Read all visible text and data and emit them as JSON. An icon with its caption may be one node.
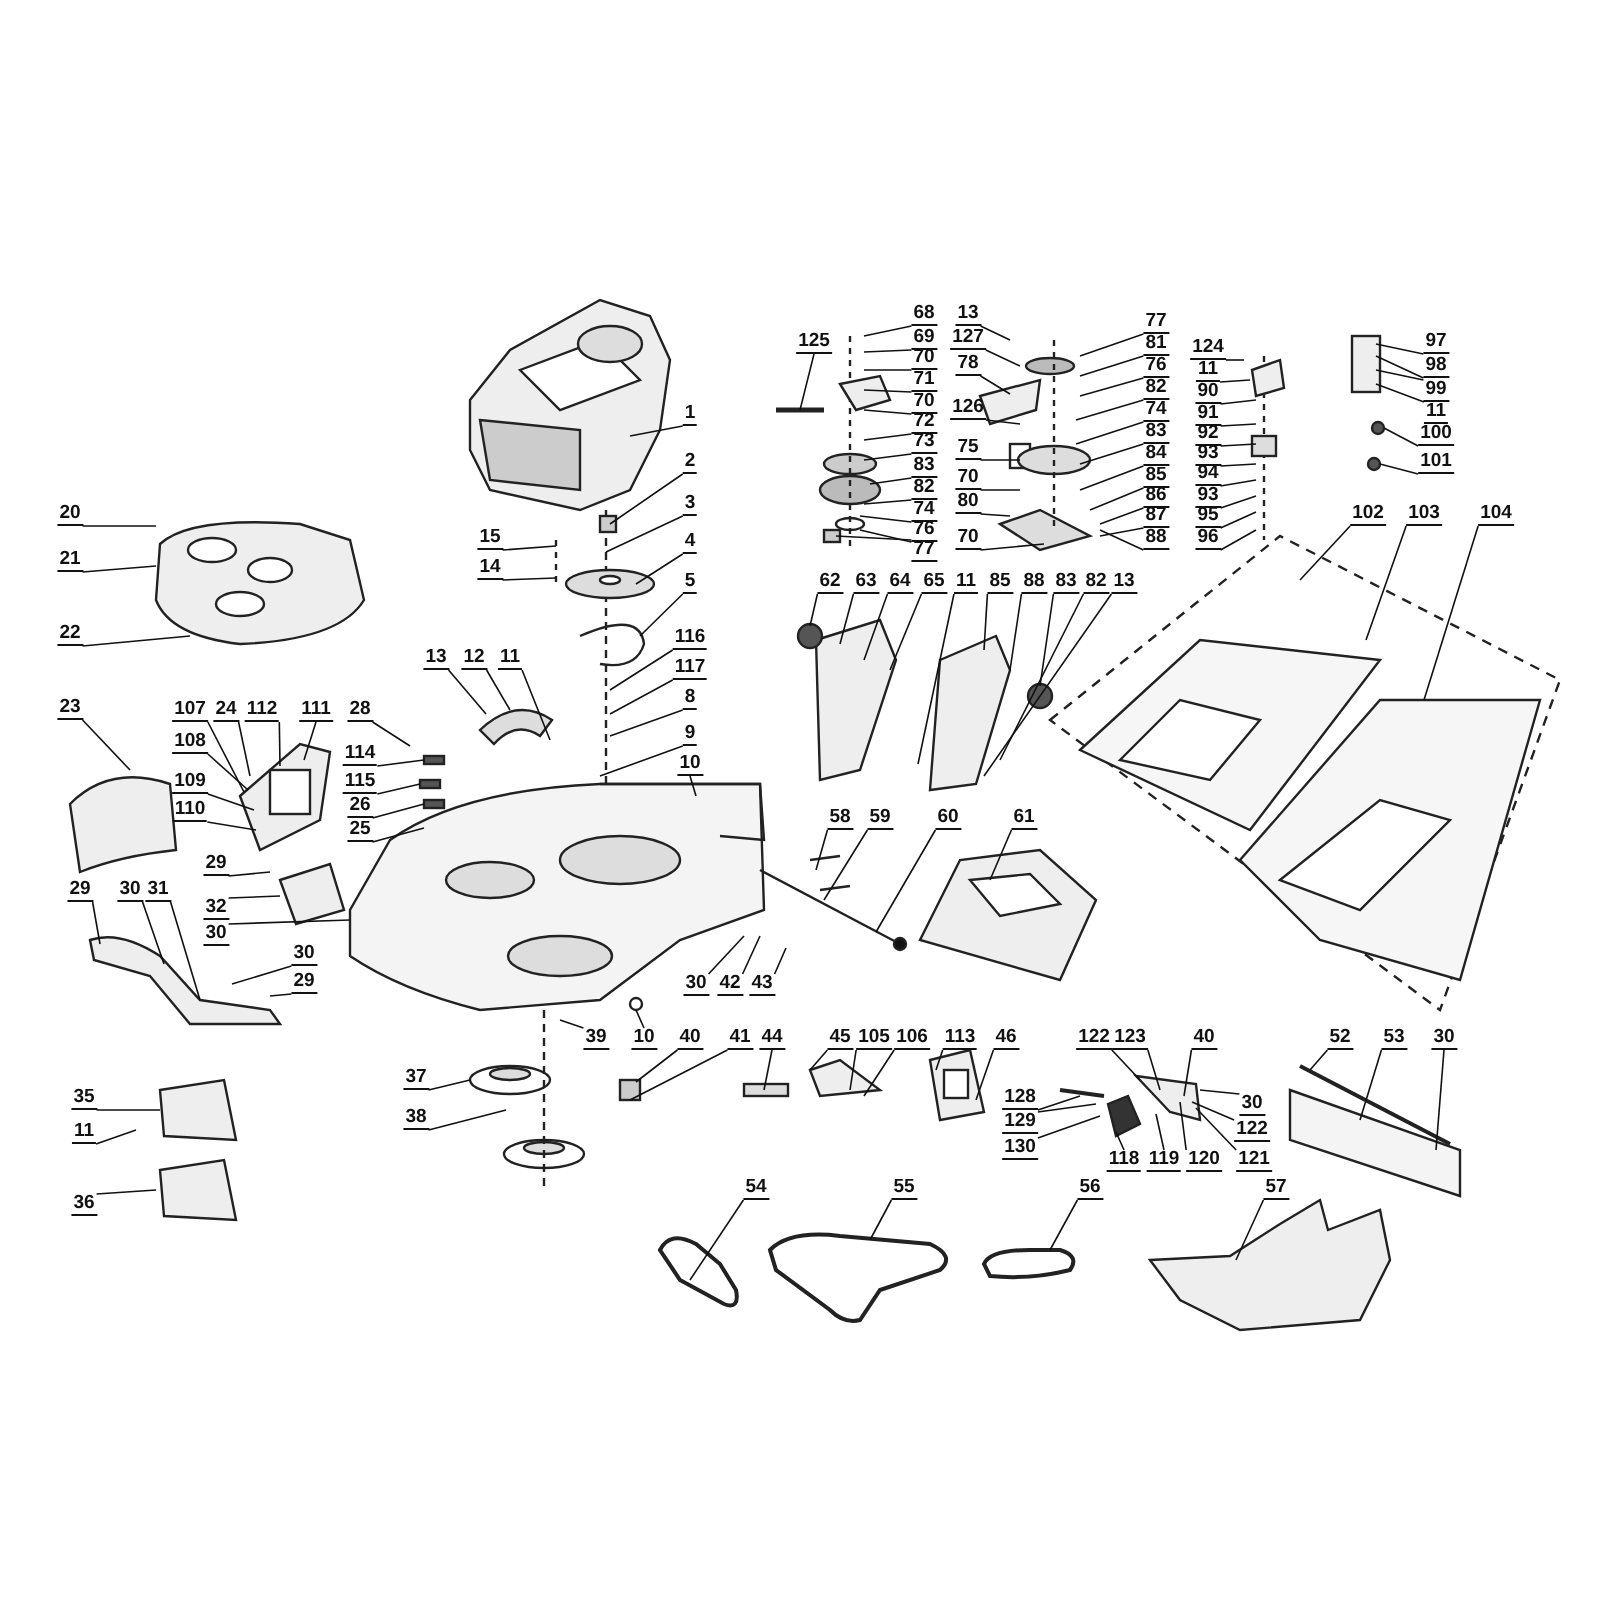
{
  "diagram": {
    "nodes": [
      {
        "text": [
          "20"
        ]
      },
      {
        "text": [
          "21"
        ]
      },
      {
        "text": [
          "22"
        ]
      },
      {
        "text": [
          "23"
        ]
      },
      {
        "text": [
          "107"
        ]
      },
      {
        "text": [
          "24"
        ]
      },
      {
        "text": [
          "112"
        ]
      },
      {
        "text": [
          "111"
        ]
      },
      {
        "text": [
          "28"
        ]
      },
      {
        "text": [
          "108"
        ]
      },
      {
        "text": [
          "109"
        ]
      },
      {
        "text": [
          "110"
        ]
      },
      {
        "text": [
          "114"
        ]
      },
      {
        "text": [
          "115"
        ]
      },
      {
        "text": [
          "26"
        ]
      },
      {
        "text": [
          "25"
        ]
      },
      {
        "text": [
          "13"
        ]
      },
      {
        "text": [
          "12"
        ]
      },
      {
        "text": [
          "11"
        ]
      },
      {
        "text": [
          "15"
        ]
      },
      {
        "text": [
          "14"
        ]
      },
      {
        "text": [
          "1"
        ]
      },
      {
        "text": [
          "2"
        ]
      },
      {
        "text": [
          "3"
        ]
      },
      {
        "text": [
          "4"
        ]
      },
      {
        "text": [
          "5"
        ]
      },
      {
        "text": [
          "116"
        ]
      },
      {
        "text": [
          "117"
        ]
      },
      {
        "text": [
          "8"
        ]
      },
      {
        "text": [
          "9"
        ]
      },
      {
        "text": [
          "10"
        ]
      },
      {
        "text": [
          "125"
        ]
      },
      {
        "text": [
          "68"
        ]
      },
      {
        "text": [
          "69"
        ]
      },
      {
        "text": [
          "70"
        ]
      },
      {
        "text": [
          "71"
        ]
      },
      {
        "text": [
          "70"
        ]
      },
      {
        "text": [
          "72"
        ]
      },
      {
        "text": [
          "73"
        ]
      },
      {
        "text": [
          "83"
        ]
      },
      {
        "text": [
          "82"
        ]
      },
      {
        "text": [
          "74"
        ]
      },
      {
        "text": [
          "76"
        ]
      },
      {
        "text": [
          "77"
        ]
      },
      {
        "text": [
          "13"
        ]
      },
      {
        "text": [
          "127"
        ]
      },
      {
        "text": [
          "78"
        ]
      },
      {
        "text": [
          "126"
        ]
      },
      {
        "text": [
          "75"
        ]
      },
      {
        "text": [
          "70"
        ]
      },
      {
        "text": [
          "80"
        ]
      },
      {
        "text": [
          "70"
        ]
      },
      {
        "text": [
          "77"
        ]
      },
      {
        "text": [
          "81"
        ]
      },
      {
        "text": [
          "76"
        ]
      },
      {
        "text": [
          "82"
        ]
      },
      {
        "text": [
          "74"
        ]
      },
      {
        "text": [
          "83"
        ]
      },
      {
        "text": [
          "84"
        ]
      },
      {
        "text": [
          "85"
        ]
      },
      {
        "text": [
          "86"
        ]
      },
      {
        "text": [
          "87"
        ]
      },
      {
        "text": [
          "88"
        ]
      },
      {
        "text": [
          "124"
        ]
      },
      {
        "text": [
          "11"
        ]
      },
      {
        "text": [
          "90"
        ]
      },
      {
        "text": [
          "91"
        ]
      },
      {
        "text": [
          "92"
        ]
      },
      {
        "text": [
          "93"
        ]
      },
      {
        "text": [
          "94"
        ]
      },
      {
        "text": [
          "93"
        ]
      },
      {
        "text": [
          "95"
        ]
      },
      {
        "text": [
          "96"
        ]
      },
      {
        "text": [
          "97"
        ]
      },
      {
        "text": [
          "98"
        ]
      },
      {
        "text": [
          "99"
        ]
      },
      {
        "text": [
          "11"
        ]
      },
      {
        "text": [
          "100"
        ]
      },
      {
        "text": [
          "101"
        ]
      },
      {
        "text": [
          "62"
        ]
      },
      {
        "text": [
          "63"
        ]
      },
      {
        "text": [
          "64"
        ]
      },
      {
        "text": [
          "65"
        ]
      },
      {
        "text": [
          "11"
        ]
      },
      {
        "text": [
          "85"
        ]
      },
      {
        "text": [
          "88"
        ]
      },
      {
        "text": [
          "83"
        ]
      },
      {
        "text": [
          "82"
        ]
      },
      {
        "text": [
          "13"
        ]
      },
      {
        "text": [
          "102"
        ]
      },
      {
        "text": [
          "103"
        ]
      },
      {
        "text": [
          "104"
        ]
      },
      {
        "text": [
          "29"
        ]
      },
      {
        "text": [
          "32"
        ]
      },
      {
        "text": [
          "30"
        ]
      },
      {
        "text": [
          "29"
        ]
      },
      {
        "text": [
          "30"
        ]
      },
      {
        "text": [
          "31"
        ]
      },
      {
        "text": [
          "30"
        ]
      },
      {
        "text": [
          "29"
        ]
      },
      {
        "text": [
          "30"
        ]
      },
      {
        "text": [
          "42"
        ]
      },
      {
        "text": [
          "43"
        ]
      },
      {
        "text": [
          "39"
        ]
      },
      {
        "text": [
          "10"
        ]
      },
      {
        "text": [
          "40"
        ]
      },
      {
        "text": [
          "41"
        ]
      },
      {
        "text": [
          "44"
        ]
      },
      {
        "text": [
          "37"
        ]
      },
      {
        "text": [
          "38"
        ]
      },
      {
        "text": [
          "35"
        ]
      },
      {
        "text": [
          "11"
        ]
      },
      {
        "text": [
          "36"
        ]
      },
      {
        "text": [
          "58"
        ]
      },
      {
        "text": [
          "59"
        ]
      },
      {
        "text": [
          "60"
        ]
      },
      {
        "text": [
          "61"
        ]
      },
      {
        "text": [
          "45"
        ]
      },
      {
        "text": [
          "105"
        ]
      },
      {
        "text": [
          "106"
        ]
      },
      {
        "text": [
          "113"
        ]
      },
      {
        "text": [
          "46"
        ]
      },
      {
        "text": [
          "122"
        ]
      },
      {
        "text": [
          "123"
        ]
      },
      {
        "text": [
          "40"
        ]
      },
      {
        "text": [
          "52"
        ]
      },
      {
        "text": [
          "53"
        ]
      },
      {
        "text": [
          "30"
        ]
      },
      {
        "text": [
          "128"
        ]
      },
      {
        "text": [
          "129"
        ]
      },
      {
        "text": [
          "130"
        ]
      },
      {
        "text": [
          "30"
        ]
      },
      {
        "text": [
          "122"
        ]
      },
      {
        "text": [
          "118"
        ]
      },
      {
        "text": [
          "119"
        ]
      },
      {
        "text": [
          "120"
        ]
      },
      {
        "text": [
          "121"
        ]
      },
      {
        "text": [
          "54"
        ]
      },
      {
        "text": [
          "55"
        ]
      },
      {
        "text": [
          "56"
        ]
      },
      {
        "text": [
          "57"
        ]
      }
    ],
    "edges": [
      {
        "from": 0,
        "to": null,
        "arrow": "none"
      },
      {
        "from": 1,
        "to": null,
        "arrow": "none"
      },
      {
        "from": 2,
        "to": null,
        "arrow": "none"
      },
      {
        "from": 3,
        "to": null,
        "arrow": "none"
      },
      {
        "from": 4,
        "to": null,
        "arrow": "none"
      },
      {
        "from": 5,
        "to": null,
        "arrow": "none"
      },
      {
        "from": 6,
        "to": null,
        "arrow": "none"
      },
      {
        "from": 7,
        "to": null,
        "arrow": "none"
      },
      {
        "from": 8,
        "to": null,
        "arrow": "none"
      },
      {
        "from": 9,
        "to": null,
        "arrow": "none"
      },
      {
        "from": 10,
        "to": null,
        "arrow": "none"
      },
      {
        "from": 11,
        "to": null,
        "arrow": "none"
      },
      {
        "from": 12,
        "to": null,
        "arrow": "none"
      },
      {
        "from": 13,
        "to": null,
        "arrow": "none"
      },
      {
        "from": 14,
        "to": null,
        "arrow": "none"
      },
      {
        "from": 15,
        "to": null,
        "arrow": "none"
      },
      {
        "from": 16,
        "to": null,
        "arrow": "none"
      },
      {
        "from": 17,
        "to": null,
        "arrow": "none"
      },
      {
        "from": 18,
        "to": null,
        "arrow": "none"
      },
      {
        "from": 19,
        "to": null,
        "arrow": "none"
      },
      {
        "from": 20,
        "to": null,
        "arrow": "none"
      },
      {
        "from": 21,
        "to": null,
        "arrow": "none"
      },
      {
        "from": 22,
        "to": null,
        "arrow": "none"
      },
      {
        "from": 23,
        "to": null,
        "arrow": "none"
      },
      {
        "from": 24,
        "to": null,
        "arrow": "none"
      },
      {
        "from": 25,
        "to": null,
        "arrow": "none"
      },
      {
        "from": 26,
        "to": null,
        "arrow": "none"
      },
      {
        "from": 27,
        "to": null,
        "arrow": "none"
      },
      {
        "from": 28,
        "to": null,
        "arrow": "none"
      },
      {
        "from": 29,
        "to": null,
        "arrow": "none"
      },
      {
        "from": 30,
        "to": null,
        "arrow": "none"
      },
      {
        "from": 31,
        "to": null,
        "arrow": "none"
      },
      {
        "from": 32,
        "to": null,
        "arrow": "none"
      },
      {
        "from": 33,
        "to": null,
        "arrow": "none"
      },
      {
        "from": 34,
        "to": null,
        "arrow": "none"
      },
      {
        "from": 35,
        "to": null,
        "arrow": "none"
      },
      {
        "from": 36,
        "to": null,
        "arrow": "none"
      },
      {
        "from": 37,
        "to": null,
        "arrow": "none"
      },
      {
        "from": 38,
        "to": null,
        "arrow": "none"
      },
      {
        "from": 39,
        "to": null,
        "arrow": "none"
      },
      {
        "from": 40,
        "to": null,
        "arrow": "none"
      },
      {
        "from": 41,
        "to": null,
        "arrow": "none"
      },
      {
        "from": 42,
        "to": null,
        "arrow": "none"
      },
      {
        "from": 43,
        "to": null,
        "arrow": "none"
      },
      {
        "from": 44,
        "to": null,
        "arrow": "none"
      },
      {
        "from": 45,
        "to": null,
        "arrow": "none"
      },
      {
        "from": 46,
        "to": null,
        "arrow": "none"
      },
      {
        "from": 47,
        "to": null,
        "arrow": "none"
      },
      {
        "from": 48,
        "to": null,
        "arrow": "none"
      },
      {
        "from": 49,
        "to": null,
        "arrow": "none"
      },
      {
        "from": 50,
        "to": null,
        "arrow": "none"
      },
      {
        "from": 51,
        "to": null,
        "arrow": "none"
      },
      {
        "from": 52,
        "to": null,
        "arrow": "none"
      },
      {
        "from": 53,
        "to": null,
        "arrow": "none"
      },
      {
        "from": 54,
        "to": null,
        "arrow": "none"
      },
      {
        "from": 55,
        "to": null,
        "arrow": "none"
      },
      {
        "from": 56,
        "to": null,
        "arrow": "none"
      },
      {
        "from": 57,
        "to": null,
        "arrow": "none"
      },
      {
        "from": 58,
        "to": null,
        "arrow": "none"
      },
      {
        "from": 59,
        "to": null,
        "arrow": "none"
      },
      {
        "from": 60,
        "to": null,
        "arrow": "none"
      },
      {
        "from": 61,
        "to": null,
        "arrow": "none"
      },
      {
        "from": 62,
        "to": null,
        "arrow": "none"
      },
      {
        "from": 63,
        "to": null,
        "arrow": "none"
      },
      {
        "from": 64,
        "to": null,
        "arrow": "none"
      },
      {
        "from": 65,
        "to": null,
        "arrow": "none"
      },
      {
        "from": 66,
        "to": null,
        "arrow": "none"
      },
      {
        "from": 67,
        "to": null,
        "arrow": "none"
      },
      {
        "from": 68,
        "to": null,
        "arrow": "none"
      },
      {
        "from": 69,
        "to": null,
        "arrow": "none"
      },
      {
        "from": 70,
        "to": null,
        "arrow": "none"
      },
      {
        "from": 71,
        "to": null,
        "arrow": "none"
      },
      {
        "from": 72,
        "to": null,
        "arrow": "none"
      },
      {
        "from": 73,
        "to": null,
        "arrow": "none"
      },
      {
        "from": 74,
        "to": null,
        "arrow": "none"
      },
      {
        "from": 75,
        "to": null,
        "arrow": "none"
      },
      {
        "from": 76,
        "to": null,
        "arrow": "none"
      },
      {
        "from": 77,
        "to": null,
        "arrow": "none"
      },
      {
        "from": 78,
        "to": null,
        "arrow": "none"
      },
      {
        "from": 79,
        "to": null,
        "arrow": "none"
      },
      {
        "from": 80,
        "to": null,
        "arrow": "none"
      },
      {
        "from": 81,
        "to": null,
        "arrow": "none"
      },
      {
        "from": 82,
        "to": null,
        "arrow": "none"
      },
      {
        "from": 83,
        "to": null,
        "arrow": "none"
      },
      {
        "from": 84,
        "to": null,
        "arrow": "none"
      },
      {
        "from": 85,
        "to": null,
        "arrow": "none"
      },
      {
        "from": 86,
        "to": null,
        "arrow": "none"
      },
      {
        "from": 87,
        "to": null,
        "arrow": "none"
      },
      {
        "from": 88,
        "to": null,
        "arrow": "none"
      },
      {
        "from": 89,
        "to": null,
        "arrow": "none"
      },
      {
        "from": 90,
        "to": null,
        "arrow": "none"
      },
      {
        "from": 91,
        "to": null,
        "arrow": "none"
      },
      {
        "from": 92,
        "to": null,
        "arrow": "none"
      },
      {
        "from": 93,
        "to": null,
        "arrow": "none"
      },
      {
        "from": 94,
        "to": null,
        "arrow": "none"
      },
      {
        "from": 95,
        "to": null,
        "arrow": "none"
      },
      {
        "from": 96,
        "to": null,
        "arrow": "none"
      },
      {
        "from": 97,
        "to": null,
        "arrow": "none"
      },
      {
        "from": 98,
        "to": null,
        "arrow": "none"
      },
      {
        "from": 99,
        "to": null,
        "arrow": "none"
      },
      {
        "from": 100,
        "to": null,
        "arrow": "none"
      },
      {
        "from": 101,
        "to": null,
        "arrow": "none"
      },
      {
        "from": 102,
        "to": null,
        "arrow": "none"
      },
      {
        "from": 103,
        "to": null,
        "arrow": "none"
      },
      {
        "from": 104,
        "to": null,
        "arrow": "none"
      },
      {
        "from": 105,
        "to": null,
        "arrow": "none"
      },
      {
        "from": 106,
        "to": null,
        "arrow": "none"
      },
      {
        "from": 107,
        "to": null,
        "arrow": "none"
      },
      {
        "from": 108,
        "to": null,
        "arrow": "none"
      },
      {
        "from": 109,
        "to": null,
        "arrow": "none"
      },
      {
        "from": 110,
        "to": null,
        "arrow": "none"
      },
      {
        "from": 111,
        "to": null,
        "arrow": "none"
      },
      {
        "from": 112,
        "to": null,
        "arrow": "none"
      },
      {
        "from": 113,
        "to": null,
        "arrow": "none"
      },
      {
        "from": 114,
        "to": null,
        "arrow": "none"
      },
      {
        "from": 115,
        "to": null,
        "arrow": "none"
      },
      {
        "from": 116,
        "to": null,
        "arrow": "none"
      },
      {
        "from": 117,
        "to": null,
        "arrow": "none"
      },
      {
        "from": 118,
        "to": null,
        "arrow": "none"
      },
      {
        "from": 119,
        "to": null,
        "arrow": "none"
      },
      {
        "from": 120,
        "to": null,
        "arrow": "none"
      },
      {
        "from": 121,
        "to": null,
        "arrow": "none"
      },
      {
        "from": 122,
        "to": null,
        "arrow": "none"
      },
      {
        "from": 123,
        "to": null,
        "arrow": "none"
      },
      {
        "from": 124,
        "to": null,
        "arrow": "none"
      },
      {
        "from": 125,
        "to": null,
        "arrow": "none"
      },
      {
        "from": 126,
        "to": null,
        "arrow": "none"
      },
      {
        "from": 127,
        "to": null,
        "arrow": "none"
      },
      {
        "from": 128,
        "to": null,
        "arrow": "none"
      },
      {
        "from": 129,
        "to": null,
        "arrow": "none"
      },
      {
        "from": 130,
        "to": null,
        "arrow": "none"
      },
      {
        "from": 131,
        "to": null,
        "arrow": "none"
      },
      {
        "from": 132,
        "to": null,
        "arrow": "none"
      },
      {
        "from": 133,
        "to": null,
        "arrow": "none"
      },
      {
        "from": 134,
        "to": null,
        "arrow": "none"
      },
      {
        "from": 135,
        "to": null,
        "arrow": "none"
      },
      {
        "from": 136,
        "to": null,
        "arrow": "none"
      },
      {
        "from": 137,
        "to": null,
        "arrow": "none"
      },
      {
        "from": 138,
        "to": null,
        "arrow": "none"
      },
      {
        "from": 139,
        "to": null,
        "arrow": "none"
      },
      {
        "from": 140,
        "to": null,
        "arrow": "none"
      }
    ]
  }
}
